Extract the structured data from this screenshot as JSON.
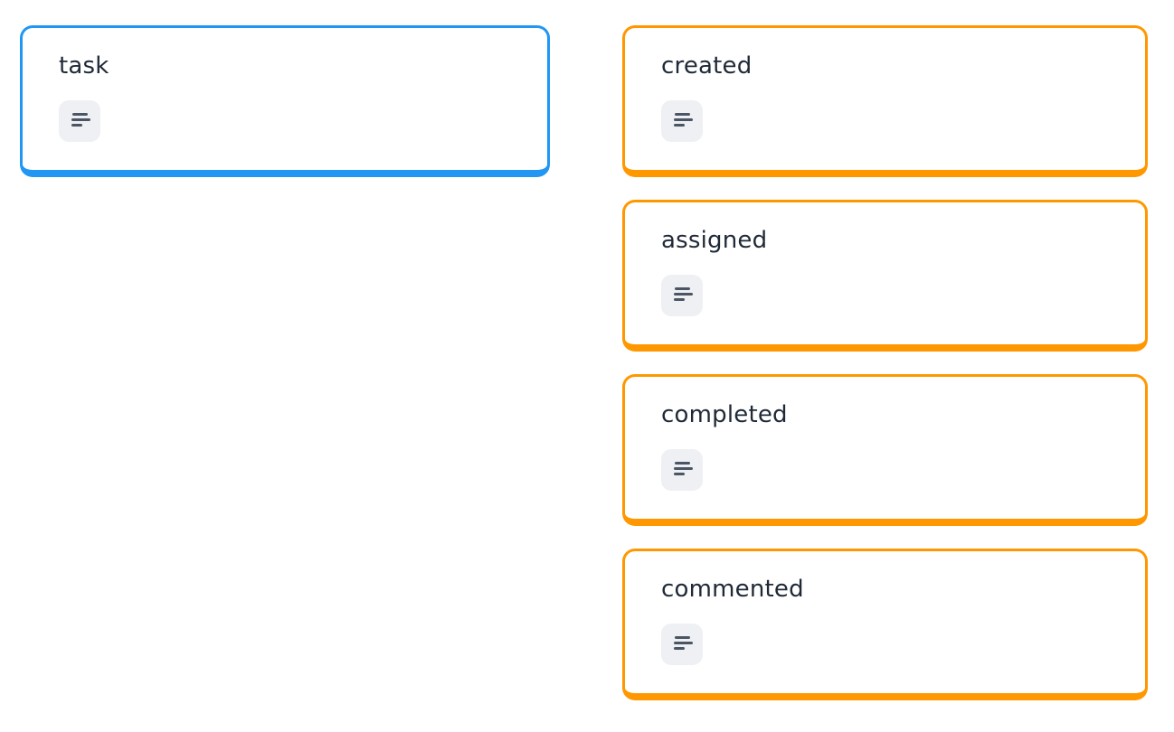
{
  "colors": {
    "page_bg": "#ffffff",
    "left_card_border": "#2196f3",
    "right_card_border": "#ff9800",
    "icon_bg": "#eef0f4",
    "icon_glyph": "#4b5563",
    "label_text": "#1f2937"
  },
  "left_column": {
    "cards": [
      {
        "label": "task",
        "icon": "align-left-icon"
      }
    ]
  },
  "right_column": {
    "cards": [
      {
        "label": "created",
        "icon": "align-left-icon"
      },
      {
        "label": "assigned",
        "icon": "align-left-icon"
      },
      {
        "label": "completed",
        "icon": "align-left-icon"
      },
      {
        "label": "commented",
        "icon": "align-left-icon"
      }
    ]
  }
}
